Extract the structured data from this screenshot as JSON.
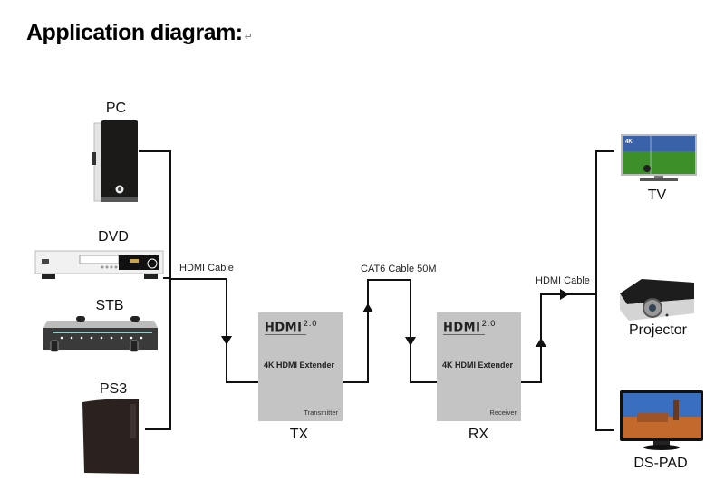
{
  "title": "Application diagram:",
  "title_mark": "↵",
  "sources": [
    {
      "label": "PC",
      "icon": "pc-tower-icon"
    },
    {
      "label": "DVD",
      "icon": "dvd-player-icon"
    },
    {
      "label": "STB",
      "icon": "set-top-box-icon"
    },
    {
      "label": "PS3",
      "icon": "game-console-icon"
    }
  ],
  "displays": [
    {
      "label": "TV",
      "icon": "tv-icon",
      "badge": "4K"
    },
    {
      "label": "Projector",
      "icon": "projector-icon"
    },
    {
      "label": "DS-PAD",
      "icon": "monitor-icon"
    }
  ],
  "cables": {
    "input": "HDMI Cable",
    "link": "CAT6 Cable 50M",
    "output": "HDMI Cable"
  },
  "transmitter": {
    "brand": "HDMI",
    "version": "2.0",
    "product": "4K HDMI Extender",
    "role": "Transmitter",
    "label": "TX"
  },
  "receiver": {
    "brand": "HDMI",
    "version": "2.0",
    "product": "4K HDMI Extender",
    "role": "Receiver",
    "label": "RX"
  },
  "colors": {
    "line": "#111111",
    "unit_box": "#c4c4c4"
  }
}
